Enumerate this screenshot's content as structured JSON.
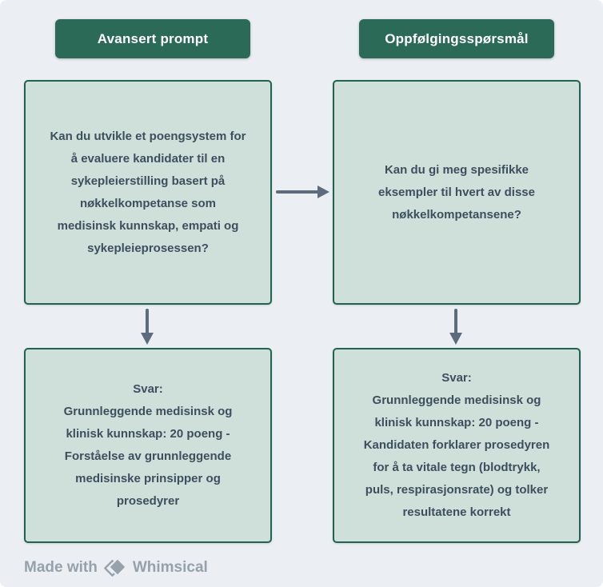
{
  "diagram": {
    "columns": [
      {
        "header": "Avansert prompt",
        "prompt": "Kan du utvikle et poengsystem for\nå evaluere kandidater til en\nsykepleierstilling basert på\nnøkkelkompetanse som\nmedisinsk kunnskap, empati og\nsykepleieprosessen?",
        "answer": "Svar:\nGrunnleggende medisinsk og\nklinisk kunnskap: 20 poeng -\nForståelse av grunnleggende\nmedisinske prinsipper og\nprosedyrer"
      },
      {
        "header": "Oppfølgingsspørsmål",
        "prompt": "Kan du gi meg spesifikke\neksempler til hvert av disse\nnøkkelkompetansene?",
        "answer": "Svar:\nGrunnleggende medisinsk og\nklinisk kunnskap: 20 poeng -\nKandidaten forklarer prosedyren\nfor å ta vitale tegn (blodtrykk,\npuls, respirasjonsrate) og tolker\nresultatene korrekt"
      }
    ],
    "icons": {
      "horizontal_connector": "arrow-right-icon",
      "vertical_connector": "arrow-down-icon",
      "logo": "whimsical-diamond-icon"
    }
  },
  "footer": {
    "made_with": "Made with",
    "brand": "Whimsical"
  },
  "colors": {
    "background": "#ebeff3",
    "box_fill": "#cfe0da",
    "box_border": "#21634f",
    "header_bg": "#2b6a57",
    "header_text": "#ffffff",
    "body_text": "#3d4f5e",
    "arrow": "#5c6c7c",
    "footer_text": "#96a1ac"
  }
}
